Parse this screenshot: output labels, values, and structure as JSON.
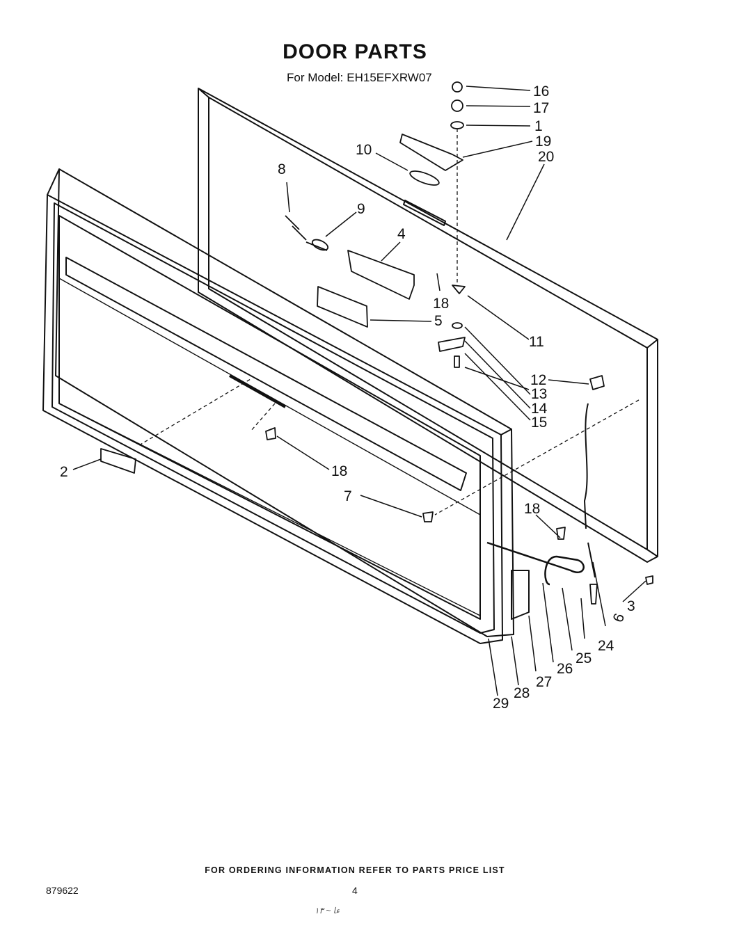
{
  "title": "DOOR PARTS",
  "model": {
    "label": "For Model:",
    "value": "EH15EFXRW07"
  },
  "callouts": [
    "16",
    "17",
    "1",
    "19",
    "20",
    "10",
    "8",
    "9",
    "4",
    "18",
    "5",
    "11",
    "12",
    "13",
    "14",
    "15",
    "2",
    "18",
    "7",
    "18",
    "6",
    "3",
    "24",
    "25",
    "26",
    "27",
    "28",
    "29"
  ],
  "footer": "FOR ORDERING INFORMATION REFER TO PARTS PRICE LIST",
  "doc_number": "879622",
  "page_number": "4",
  "handwritten_mark": "ﺀﺎ ~ ١٣"
}
